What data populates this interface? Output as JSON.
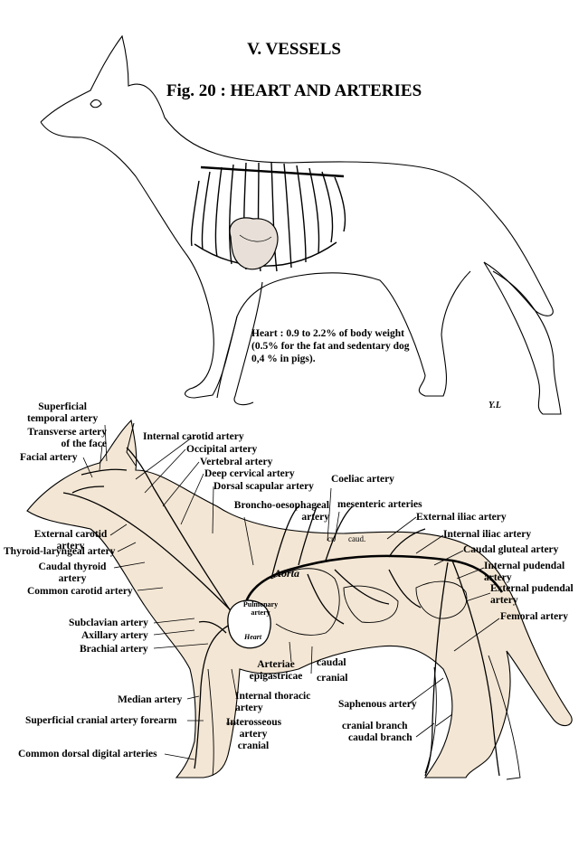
{
  "section_title": "V. VESSELS",
  "figure_title": "Fig. 20 : HEART AND ARTERIES",
  "note": {
    "line1": "Heart : 0.9 to 2.2% of body weight",
    "line2": "(0.5% for the fat and sedentary dog",
    "line3": "0,4 % in pigs)."
  },
  "signature": "Y.L",
  "labels": {
    "superficial_temporal_1": "Superficial",
    "superficial_temporal_2": "temporal artery",
    "transverse_face_1": "Transverse artery",
    "transverse_face_2": "of the face",
    "facial": "Facial artery",
    "internal_carotid": "Internal carotid artery",
    "occipital": "Occipital artery",
    "vertebral": "Vertebral artery",
    "deep_cervical": "Deep cervical artery",
    "dorsal_scapular": "Dorsal scapular artery",
    "broncho_1": "Broncho-oesophageal",
    "broncho_2": "artery",
    "coeliac": "Coeliac artery",
    "mesenteric": "mesenteric arteries",
    "cr": "cr.",
    "caud_top": "caud.",
    "external_iliac": "External iliac artery",
    "internal_iliac": "Internal iliac artery",
    "caudal_gluteal": "Caudal gluteal artery",
    "internal_pudendal_1": "Internal pudendal",
    "internal_pudendal_2": "artery",
    "external_pudendal_1": "External pudendal",
    "external_pudendal_2": "artery",
    "femoral": "Femoral artery",
    "external_carotid_1": "External carotid",
    "external_carotid_2": "artery",
    "thyroid_laryngeal": "Thyroid-laryngeal artery",
    "caudal_thyroid_1": "Caudal thyroid",
    "caudal_thyroid_2": "artery",
    "common_carotid": "Common carotid artery",
    "aorta": "Aorta",
    "pulmonary_1": "Pulmonary",
    "pulmonary_2": "artery",
    "heart": "Heart",
    "subclavian": "Subclavian artery",
    "axillary": "Axillary artery",
    "brachial": "Brachial artery",
    "arteriae_1": "Arteriae",
    "arteriae_2": "epigastricae",
    "caudal": "caudal",
    "cranial": "cranial",
    "median": "Median artery",
    "internal_thoracic_1": "Internal thoracic",
    "internal_thoracic_2": "artery",
    "saphenous": "Saphenous artery",
    "superficial_cranial": "Superficial cranial artery forearm",
    "interosseous_1": "Interosseous",
    "interosseous_2": "artery",
    "interosseous_3": "cranial",
    "cranial_branch": "cranial branch",
    "caudal_branch": "caudal branch",
    "common_dorsal": "Common dorsal digital arteries"
  },
  "colors": {
    "body_fill": "#f3e6d4",
    "ink": "#000000"
  }
}
